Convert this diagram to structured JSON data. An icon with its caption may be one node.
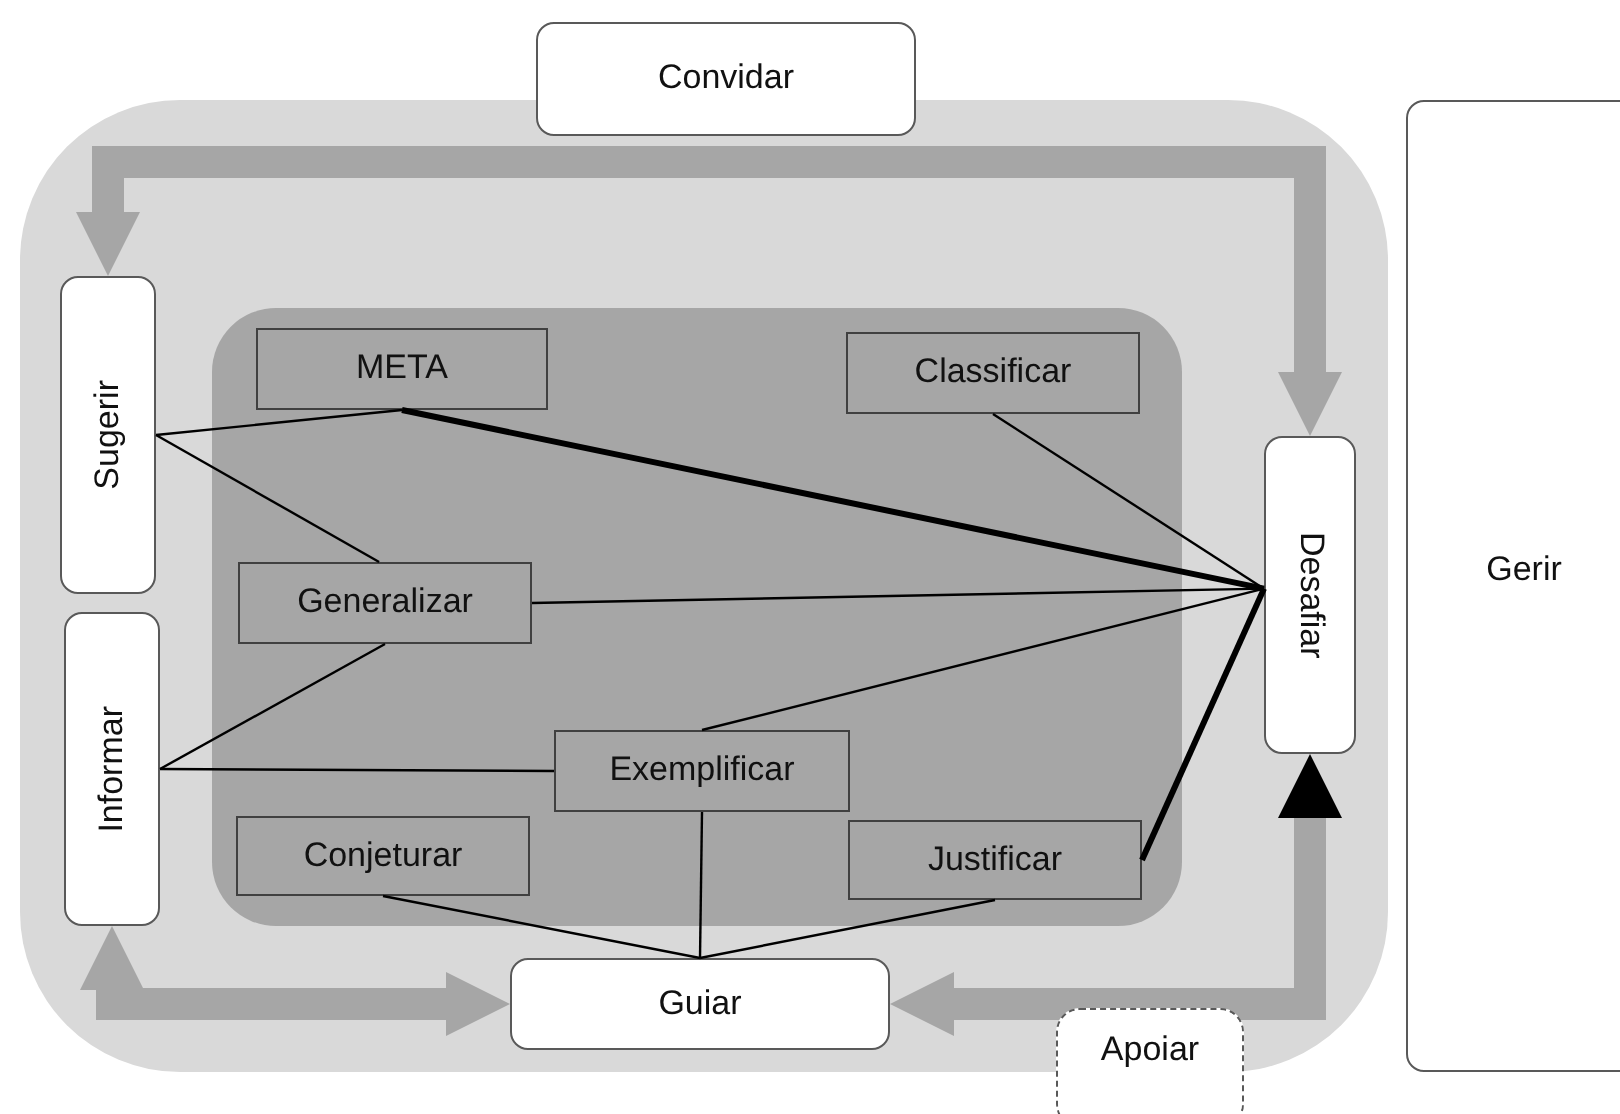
{
  "diagram": {
    "nodes": [
      {
        "text": [
          "Convidar"
        ]
      },
      {
        "text": [],
        "shape": "box"
      },
      {
        "text": [
          "Sugerir"
        ],
        "in": 1
      },
      {
        "text": [],
        "shape": "box",
        "in": 1
      },
      {
        "text": [
          "META"
        ],
        "in": 3
      },
      {
        "text": [
          "Classificar"
        ],
        "in": 3
      },
      {
        "text": [
          "Desafiar"
        ],
        "in": 1
      },
      {
        "text": [
          "Gerir"
        ]
      },
      {
        "text": [
          "Generalizar"
        ],
        "in": 3
      },
      {
        "text": [
          "Informar"
        ],
        "in": 1
      },
      {
        "text": [
          "Exemplificar"
        ],
        "in": 3
      },
      {
        "text": [
          "Conjeturar"
        ],
        "in": 3
      },
      {
        "text": [
          "Justificar"
        ],
        "in": 3
      },
      {
        "text": [
          "Guiar"
        ],
        "in": 1
      },
      {
        "text": [
          "Apoiar"
        ]
      }
    ],
    "edges": [
      {
        "from": 2,
        "to": 6,
        "arrow": "both",
        "style": "thick",
        "color": "#a6a6a6"
      },
      {
        "from": 2,
        "to": 4,
        "arrow": "none"
      },
      {
        "from": 2,
        "to": 8,
        "arrow": "none"
      },
      {
        "from": 4,
        "to": 6,
        "arrow": "none",
        "style": "thick"
      },
      {
        "from": 5,
        "to": 6,
        "arrow": "none"
      },
      {
        "from": 8,
        "to": 6,
        "arrow": "none"
      },
      {
        "from": 10,
        "to": 6,
        "arrow": "none"
      },
      {
        "from": 12,
        "to": 6,
        "arrow": "none",
        "style": "thick"
      },
      {
        "from": 9,
        "to": 8,
        "arrow": "none"
      },
      {
        "from": 9,
        "to": 10,
        "arrow": "none"
      },
      {
        "from": 11,
        "to": 13,
        "arrow": "none"
      },
      {
        "from": 10,
        "to": 13,
        "arrow": "none"
      },
      {
        "from": 12,
        "to": 13,
        "arrow": "none"
      },
      {
        "from": 9,
        "to": 13,
        "arrow": "both",
        "style": "thick",
        "color": "#a6a6a6"
      },
      {
        "from": 6,
        "to": 13,
        "arrow": "both",
        "style": "thick",
        "color": "#a6a6a6"
      }
    ]
  }
}
